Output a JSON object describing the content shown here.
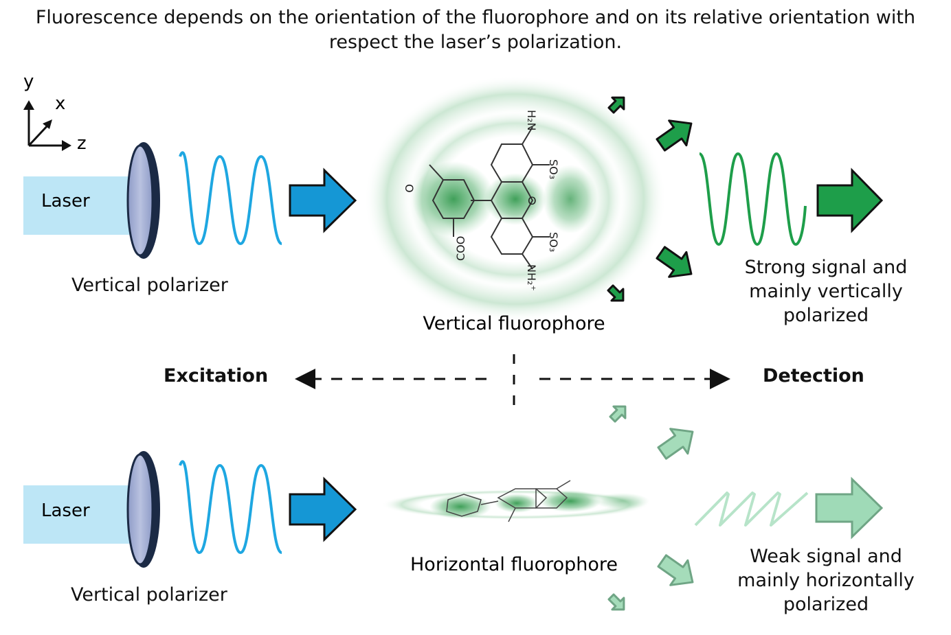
{
  "title": {
    "line1": "Fluorescence depends on the orientation of the fluorophore and on its relative orientation with",
    "line2": "respect the laser’s polarization."
  },
  "axes": {
    "y": "y",
    "x": "x",
    "z": "z"
  },
  "top": {
    "laser": "Laser",
    "polarizer": "Vertical polarizer",
    "fluorophore": "Vertical fluorophore",
    "signal": [
      "Strong signal and",
      "mainly vertically",
      "polarized"
    ]
  },
  "bottom": {
    "laser": "Laser",
    "polarizer": "Vertical polarizer",
    "fluorophore": "Horizontal fluorophore",
    "signal": [
      "Weak signal and",
      "mainly horizontally",
      "polarized"
    ]
  },
  "middle": {
    "excitation": "Excitation",
    "detection": "Detection"
  },
  "molecule": {
    "h2n": "H₂N",
    "so3_top": "SO₃",
    "so3_bottom": "SO₃",
    "nh2": "NH₂⁺",
    "coo": "COO",
    "ring_o": "O",
    "o": "O"
  },
  "colors": {
    "laser_body": "#bde6f6",
    "beam": "#1ea7e1",
    "arrow_blue": "#1597d5",
    "green": "#1e9e4a",
    "green_light": "#8fd4aa",
    "lens": "#9aa8cf"
  }
}
